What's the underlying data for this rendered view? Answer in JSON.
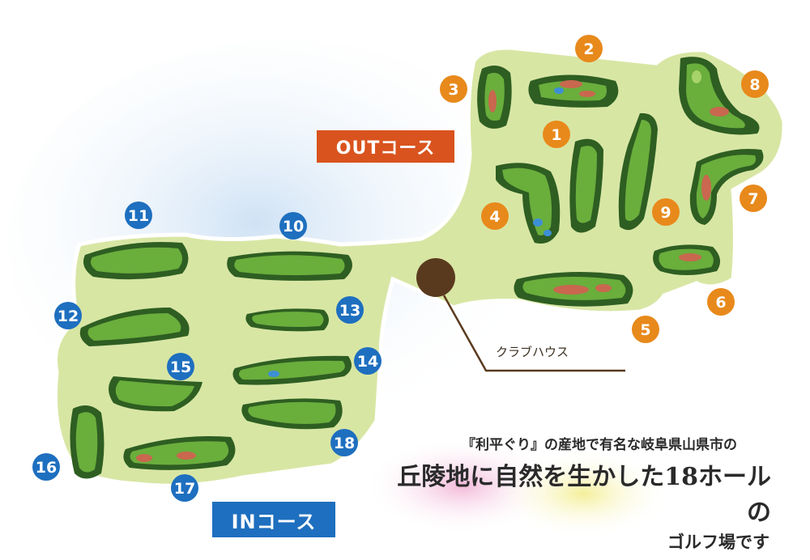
{
  "labels": {
    "out_course": "OUTコース",
    "in_course": "INコース",
    "clubhouse": "クラブハウス"
  },
  "tagline": {
    "line1": "『利平ぐり』の産地で有名な岐阜県山県市の",
    "line2": "丘陵地に自然を生かした18ホールの",
    "line3": "ゴルフ場です"
  },
  "out_holes": [
    "1",
    "2",
    "3",
    "4",
    "5",
    "6",
    "7",
    "8",
    "9"
  ],
  "in_holes": [
    "10",
    "11",
    "12",
    "13",
    "14",
    "15",
    "16",
    "17",
    "18"
  ],
  "colors": {
    "out_accent": "#e8891b",
    "in_accent": "#1e6fbf",
    "out_label_bg": "#d9531e",
    "land": "#d8e6a4",
    "fairway": "#6aae3c",
    "forest": "#2e5e22",
    "bunker": "#c9674f",
    "water": "#3d8fd6",
    "clubhouse": "#5a3a1e"
  }
}
